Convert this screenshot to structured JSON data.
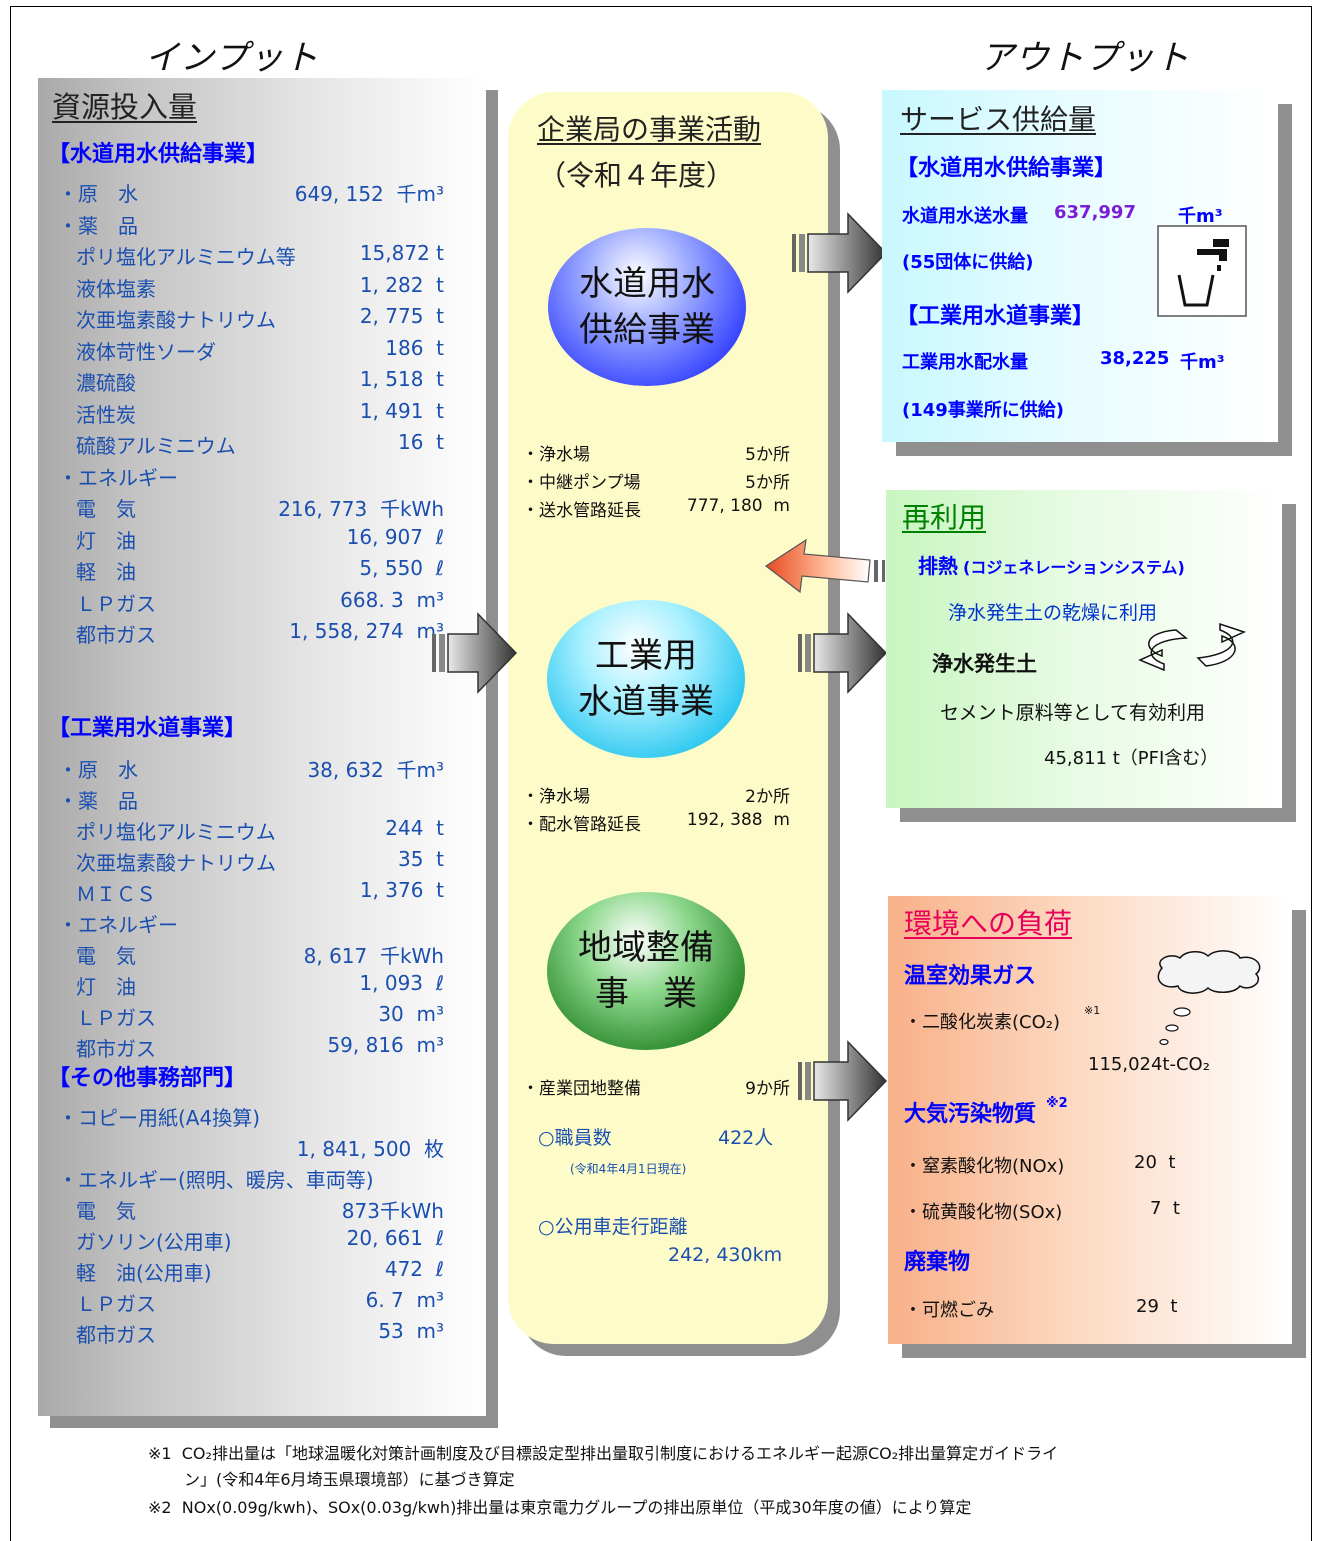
{
  "headings": {
    "input": "インプット",
    "output": "アウトプット"
  },
  "resources": {
    "title": "資源投入量",
    "water_supply": {
      "header": "【水道用水供給事業】",
      "items": [
        {
          "label": "・原　水",
          "value": "649, 152  千m³"
        },
        {
          "label": "・薬　品",
          "value": ""
        },
        {
          "label": "ポリ塩化アルミニウム等",
          "value": "15,872 t"
        },
        {
          "label": "液体塩素",
          "value": "1, 282  t"
        },
        {
          "label": "次亜塩素酸ナトリウム",
          "value": "2, 775  t"
        },
        {
          "label": "液体苛性ソーダ",
          "value": "186  t"
        },
        {
          "label": "濃硫酸",
          "value": "1, 518  t"
        },
        {
          "label": "活性炭",
          "value": "1, 491  t"
        },
        {
          "label": "硫酸アルミニウム",
          "value": "16  t"
        },
        {
          "label": "・エネルギー",
          "value": ""
        },
        {
          "label": "電　気",
          "value": "216, 773  千kWh"
        },
        {
          "label": "灯　油",
          "value": "16, 907  ℓ"
        },
        {
          "label": "軽　油",
          "value": "5, 550  ℓ"
        },
        {
          "label": "ＬＰガス",
          "value": "668. 3  m³"
        },
        {
          "label": "都市ガス",
          "value": "1, 558, 274  m³"
        }
      ]
    },
    "industrial": {
      "header": "【工業用水道事業】",
      "items": [
        {
          "label": "・原　水",
          "value": "38, 632  千m³"
        },
        {
          "label": "・薬　品",
          "value": ""
        },
        {
          "label": "ポリ塩化アルミニウム",
          "value": "244  t"
        },
        {
          "label": "次亜塩素酸ナトリウム",
          "value": "35  t"
        },
        {
          "label": "ＭＩＣＳ",
          "value": "1, 376  t"
        },
        {
          "label": "・エネルギー",
          "value": ""
        },
        {
          "label": "電　気",
          "value": "8, 617  千kWh"
        },
        {
          "label": "灯　油",
          "value": "1, 093  ℓ"
        },
        {
          "label": "ＬＰガス",
          "value": "30  m³"
        },
        {
          "label": "都市ガス",
          "value": "59, 816  m³"
        }
      ]
    },
    "office": {
      "header": "【その他事務部門】",
      "items": [
        {
          "label": "・コピー用紙(A4換算)",
          "value": ""
        },
        {
          "label": "",
          "value": "1, 841, 500  枚"
        },
        {
          "label": "・エネルギー(照明、暖房、車両等)",
          "value": ""
        },
        {
          "label": "電　気",
          "value": "873千kWh"
        },
        {
          "label": "ガソリン(公用車)",
          "value": "20, 661  ℓ"
        },
        {
          "label": "軽　油(公用車)",
          "value": "472  ℓ"
        },
        {
          "label": "ＬＰガス",
          "value": "6. 7  m³"
        },
        {
          "label": "都市ガス",
          "value": "53  m³"
        }
      ]
    }
  },
  "center": {
    "title": "企業局の事業活動",
    "year": "（令和４年度）",
    "water_ellipse": [
      "水道用水",
      "供給事業"
    ],
    "water_facts": [
      {
        "label": "・浄水場",
        "value": "5か所"
      },
      {
        "label": "・中継ポンプ場",
        "value": "5か所"
      },
      {
        "label": "・送水管路延長",
        "value": "777, 180  m"
      }
    ],
    "industrial_ellipse": [
      "工業用",
      "水道事業"
    ],
    "industrial_facts": [
      {
        "label": "・浄水場",
        "value": "2か所"
      },
      {
        "label": "・配水管路延長",
        "value": "192, 388  m"
      }
    ],
    "regional_ellipse": [
      "地域整備",
      "事　業"
    ],
    "regional_facts": [
      {
        "label": "・産業団地整備",
        "value": "9か所"
      }
    ],
    "staff_label": "○職員数",
    "staff_value": "422人",
    "staff_note": "(令和4年4月1日現在)",
    "car_label": "○公用車走行距離",
    "car_value": "242, 430km"
  },
  "service": {
    "title": "サービス供給量",
    "water_header": "【水道用水供給事業】",
    "water_line_label": "水道用水送水量",
    "water_line_value": "637,997",
    "water_line_unit": "千m³",
    "water_note": "(55団体に供給)",
    "ind_header": "【工業用水道事業】",
    "ind_line_label": "工業用水配水量",
    "ind_line_value": "38,225",
    "ind_line_unit": "千m³",
    "ind_note": "(149事業所に供給)"
  },
  "reuse": {
    "title": "再利用",
    "heat": "排熱",
    "heat_sub": "(コジェネレーションシステム)",
    "drying": "浄水発生土の乾燥に利用",
    "sludge": "浄水発生土",
    "use": "セメント原料等として有効利用",
    "amount": "45,811 t（PFI含む）"
  },
  "load": {
    "title": "環境への負荷",
    "ghg": "温室効果ガス",
    "co2_label": "・二酸化炭素(CO₂)",
    "co2_mark": "※1",
    "co2_value": "115,024t-CO₂",
    "air": "大気汚染物質",
    "air_mark": "※2",
    "nox_label": "・窒素酸化物(NOx)",
    "nox_value": "20  t",
    "sox_label": "・硫黄酸化物(SOx)",
    "sox_value": "7  t",
    "waste": "廃棄物",
    "burn_label": "・可燃ごみ",
    "burn_value": "29  t"
  },
  "footnotes": {
    "n1_line1": "※1  CO₂排出量は「地球温暖化対策計画制度及び目標設定型排出量取引制度におけるエネルギー起源CO₂排出量算定ガイドライ",
    "n1_line2": "ン」(令和4年6月埼玉県環境部）に基づき算定",
    "n2": "※2  NOx(0.09g/kwh)、SOx(0.03g/kwh)排出量は東京電力グループの排出原単位（平成30年度の値）により算定"
  },
  "colors": {
    "blue": "#0000ff",
    "purple": "#7a1fd6",
    "red": "#e8005a",
    "green": "#008000"
  }
}
